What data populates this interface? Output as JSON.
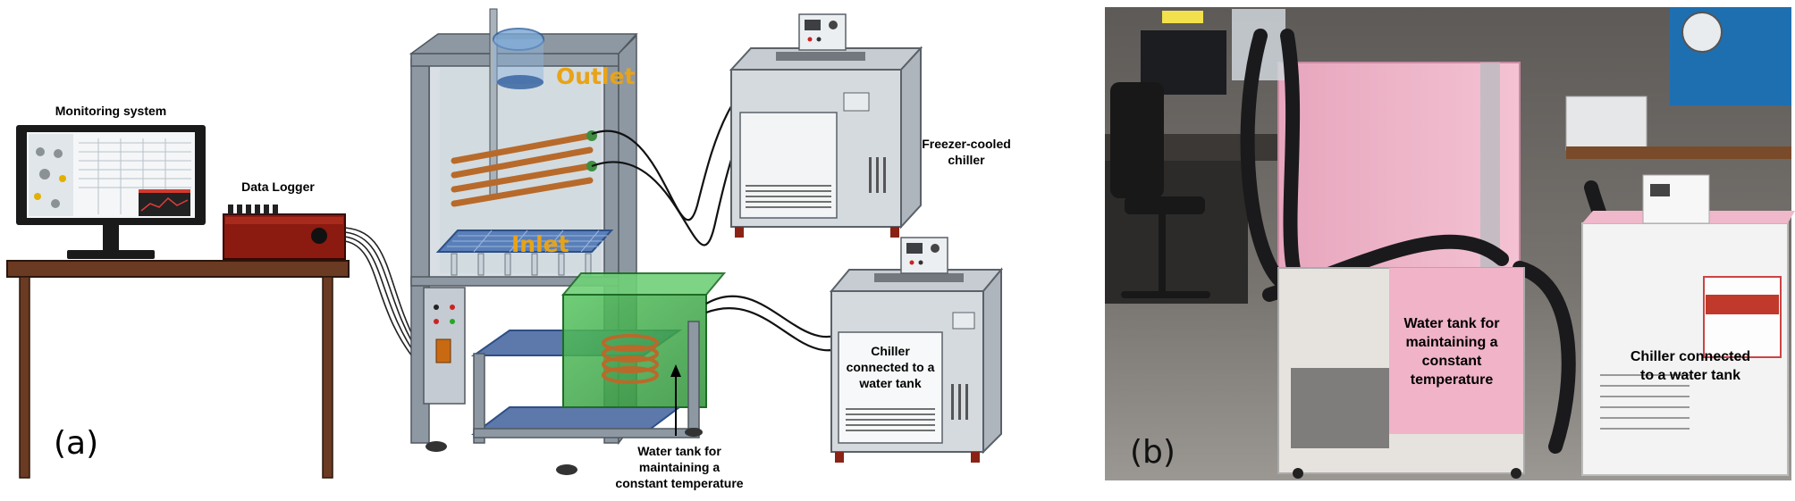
{
  "panel_a": {
    "tag": "(a)",
    "monitoring_label": "Monitoring system",
    "logger_label": "Data Logger",
    "outlet_label": "Outlet",
    "inlet_label": "Inlet",
    "freezer_label": [
      "Freezer-cooled",
      "chiller"
    ],
    "chiller_tank_label": [
      "Chiller",
      "connected to a",
      "water tank"
    ],
    "water_tank_label": [
      "Water tank for",
      "maintaining a",
      "constant temperature"
    ]
  },
  "panel_b": {
    "tag": "(b)",
    "water_tank_label": [
      "Water tank for",
      "maintaining a",
      "constant",
      "temperature"
    ],
    "chiller_label": [
      "Chiller connected",
      "to a water tank"
    ]
  },
  "colors": {
    "label_yellow": "#e8a317",
    "table_brown": "#6b3a22",
    "logger_red": "#8b1a10",
    "insulation_pink": "#f0b3c8",
    "tank_green": "#3fae49",
    "frame_gray": "#8e98a3"
  }
}
